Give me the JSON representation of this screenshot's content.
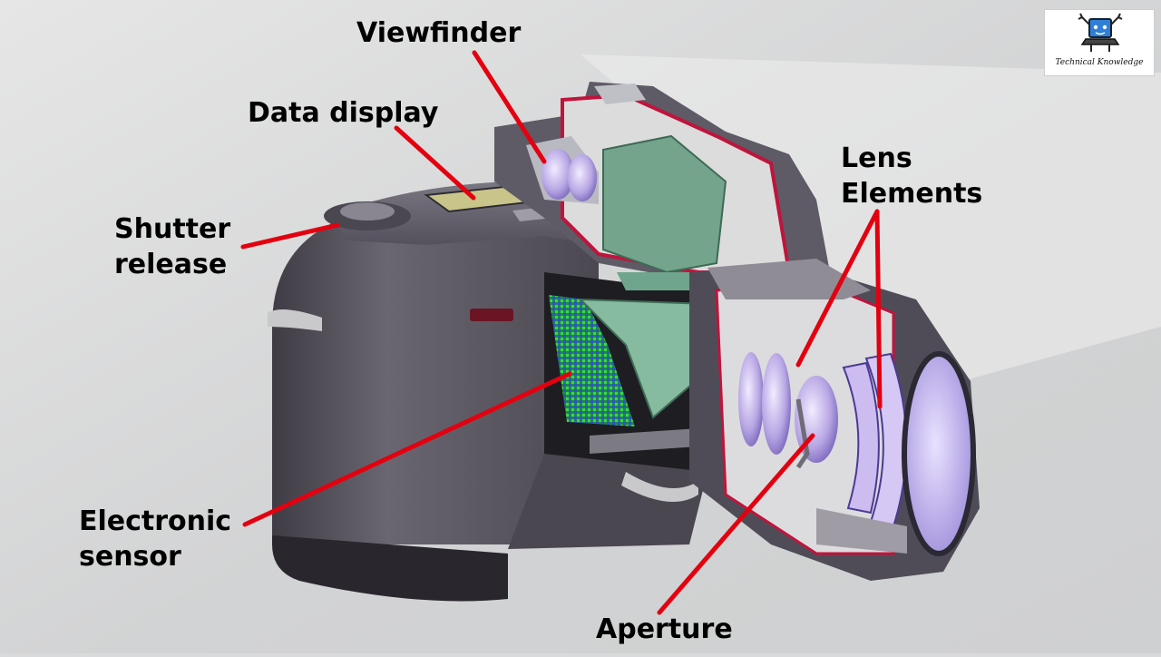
{
  "labels": {
    "viewfinder": "Viewfinder",
    "data_display": "Data display",
    "shutter_release_line1": "Shutter",
    "shutter_release_line2": "release",
    "lens_elements_line1": "Lens",
    "lens_elements_line2": "Elements",
    "electronic_sensor_line1": "Electronic",
    "electronic_sensor_line2": "sensor",
    "aperture": "Aperture"
  },
  "logo": {
    "text": "Technical Knowledge",
    "icon": "laptop-robot-icon"
  },
  "colors": {
    "leader_lines": "#e3000f",
    "camera_body": "#55525b",
    "cutaway_edge": "#c0143c",
    "mirror_green": "#7fb59a",
    "lens_glass": "#c8b8e8"
  }
}
